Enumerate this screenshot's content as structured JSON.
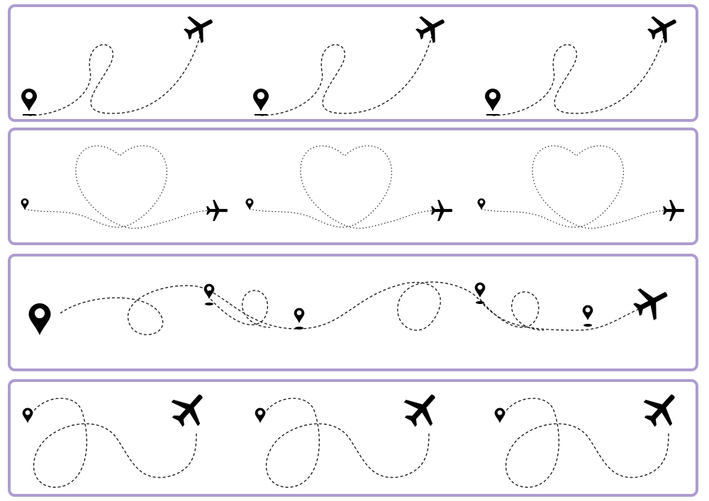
{
  "colors": {
    "panel_border": "#ae9ccf",
    "ink": "#000000",
    "background": "#ffffff"
  },
  "icons": {
    "airplane": "airplane-icon",
    "pin": "location-pin-icon"
  },
  "rows": [
    {
      "name": "loop-route-row",
      "path_style": "dashed",
      "repeats": 3
    },
    {
      "name": "heart-route-row",
      "path_style": "dotted",
      "repeats": 3
    },
    {
      "name": "multi-stop-route-row",
      "path_style": "dashed",
      "repeats": 1
    },
    {
      "name": "double-loop-route-row",
      "path_style": "dashed",
      "repeats": 3
    }
  ]
}
